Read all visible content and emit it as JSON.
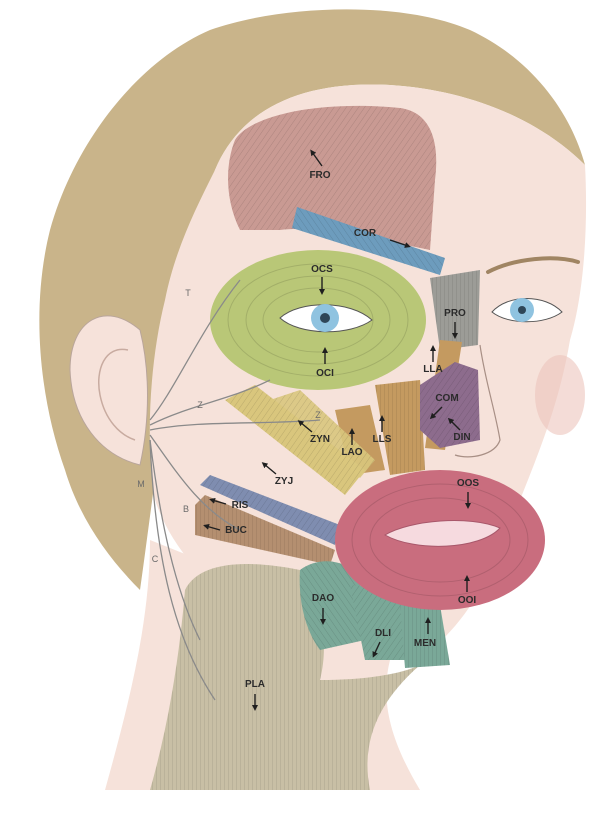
{
  "colors": {
    "hair": "#c9b48a",
    "skin": "#f6e2da",
    "frontalis": "#c99a93",
    "corrugator": "#6d9cbd",
    "orbicularis_oculi": "#b9c777",
    "procerus": "#9c9c97",
    "nasal": "#8d6c8d",
    "zygomatic": "#d9c67d",
    "levator": "#c49a60",
    "risorius": "#7f8db0",
    "buccinator": "#b48f70",
    "orbicularis_oris": "#c96d7e",
    "depressor": "#7aa898",
    "platysma": "#c8bfa5",
    "nerve": "#8a8a8a",
    "iris": "#8fc3e0"
  },
  "muscles": {
    "fro": "FRO",
    "cor": "COR",
    "ocs": "OCS",
    "oci": "OCI",
    "pro": "PRO",
    "lla": "LLA",
    "com": "COM",
    "din": "DIN",
    "lls": "LLS",
    "lao": "LAO",
    "zyn": "ZYN",
    "zyj": "ZYJ",
    "ris": "RIS",
    "buc": "BUC",
    "oos": "OOS",
    "ooi": "OOI",
    "dao": "DAO",
    "dli": "DLI",
    "men": "MEN",
    "pla": "PLA"
  },
  "nerve_branches": {
    "temporal": "T",
    "zygomatic_1": "Z",
    "zygomatic_2": "Z",
    "buccal": "B",
    "marginal_mandibular": "M",
    "cervical": "C"
  }
}
